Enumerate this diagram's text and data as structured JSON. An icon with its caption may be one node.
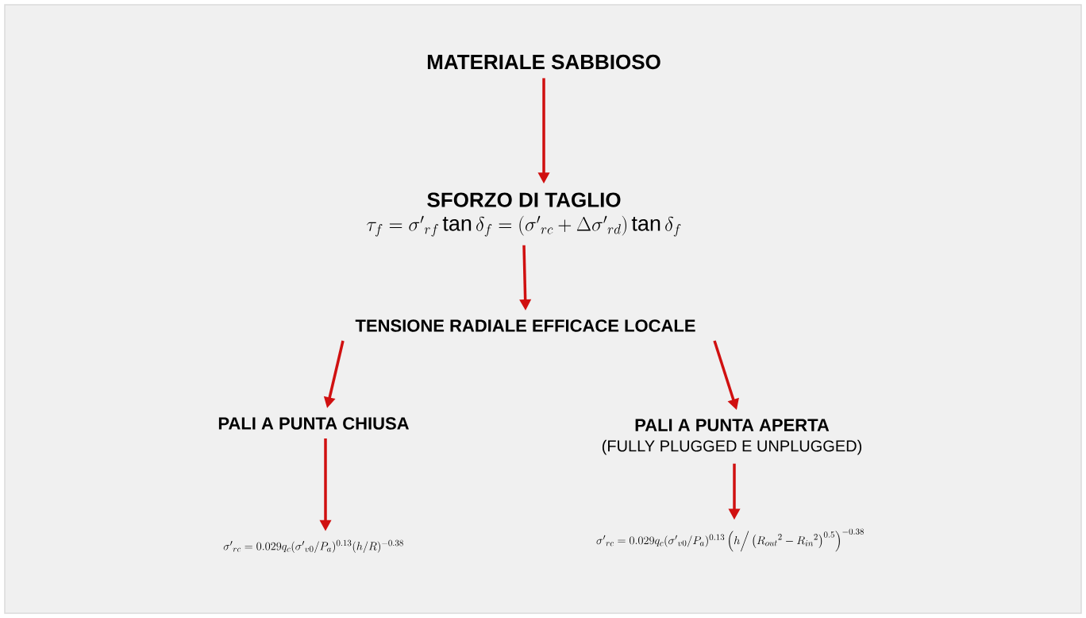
{
  "diagram": {
    "nodes": [
      {
        "text": [
          "MATERIALE SABBIOSO"
        ]
      },
      {
        "text": [
          "SFORZO DI TAGLIO",
          "\\tau_f = {\\sigma'}_{rf}\\tan\\delta_f = ({\\sigma'}_{rc} + \\Delta{\\sigma'}_{rd})\\tan\\delta_f"
        ]
      },
      {
        "text": [
          "TENSIONE RADIALE EFFICACE LOCALE"
        ]
      },
      {
        "text": [
          "PALI A PUNTA CHIUSA"
        ]
      },
      {
        "text": [
          "PALI A PUNTA APERTA",
          "(FULLY PLUGGED E UNPLUGGED)"
        ]
      },
      {
        "text": [
          "{\\sigma'}_{rc} = 0.029q_c({\\sigma'}_{v0}/P_a)^{0.13}(h/R)^{-0.38}"
        ]
      },
      {
        "text": [
          "{\\sigma'}_{rc} = 0.029q_c({\\sigma'}_{v0}/P_a)^{0.13}\\left(h\\Big/\\left({R_{out}}^2 - {R_{in}}^2\\right)^{0.5}\\right)^{-0.38}"
        ]
      }
    ],
    "edges": [
      {
        "from": 0,
        "to": 1,
        "arrow": "to"
      },
      {
        "from": 1,
        "to": 2,
        "arrow": "to"
      },
      {
        "from": 2,
        "to": 3,
        "arrow": "to"
      },
      {
        "from": 2,
        "to": 4,
        "arrow": "to"
      },
      {
        "from": 3,
        "to": 5,
        "arrow": "to"
      },
      {
        "from": 4,
        "to": 6,
        "arrow": "to"
      }
    ]
  }
}
